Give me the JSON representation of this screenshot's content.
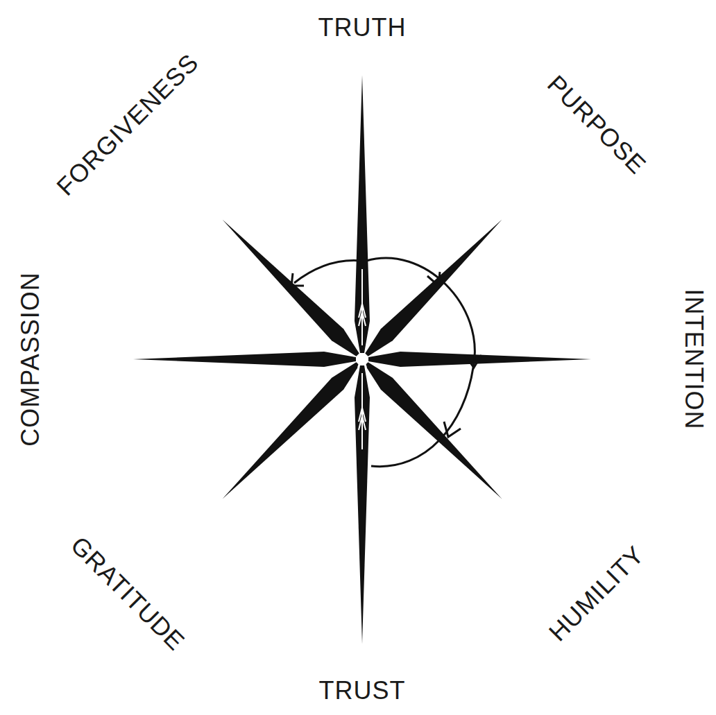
{
  "diagram": {
    "labels": [
      "TRUTH",
      "PURPOSE",
      "INTENTION",
      "HUMILITY",
      "TRUST",
      "GRATITUDE",
      "COMPASSION",
      "FORGIVENESS"
    ]
  }
}
